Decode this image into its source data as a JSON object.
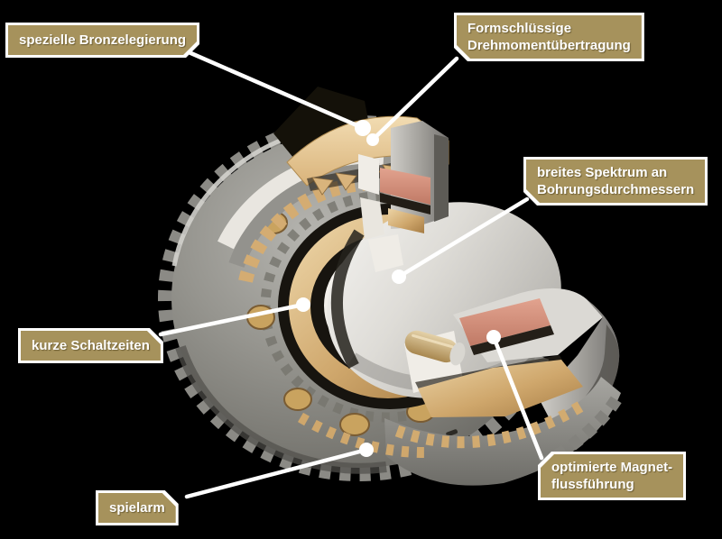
{
  "diagram": {
    "background": "#000000",
    "colors": {
      "label_fill": "#a6925c",
      "label_border": "#ffffff",
      "label_text": "#ffffff",
      "leader_line": "#ffffff",
      "metal_gray": "#8f8e89",
      "bronze": "#cfa76c",
      "bronze_light": "#ecd4a6",
      "coil_pink": "#d4907c",
      "bore_silver": "#dddbd6"
    },
    "labels": [
      {
        "id": "bronze-alloy",
        "line1": "spezielle Bronzelegierung"
      },
      {
        "id": "torque",
        "line1": "Formschlüssige",
        "line2": "Drehmomentübertragung"
      },
      {
        "id": "bore-spectrum",
        "line1": "breites Spektrum an",
        "line2": "Bohrungsdurchmessern"
      },
      {
        "id": "switching-time",
        "line1": "kurze Schaltzeiten"
      },
      {
        "id": "magnet-flux",
        "line1": "optimierte Magnet-",
        "line2": "flussführung"
      },
      {
        "id": "low-backlash",
        "line1": "spielarm"
      }
    ]
  }
}
